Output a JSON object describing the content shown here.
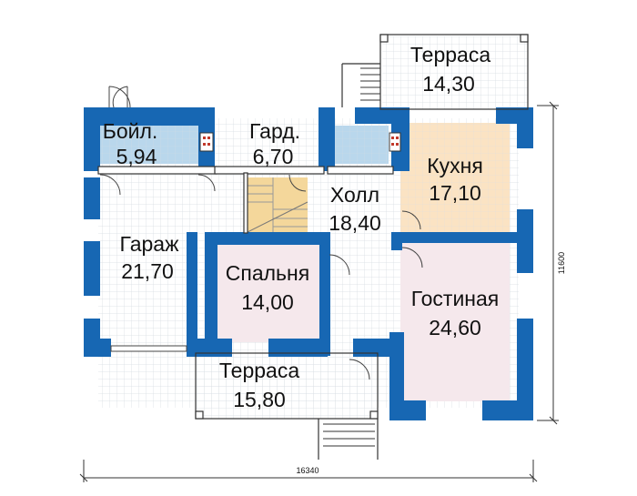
{
  "colors": {
    "wall": "#1767b3",
    "wall_light": "#ffffff",
    "grid_line": "#d8dde3",
    "boiler_fill": "#b9d7ec",
    "kitchen_fill": "#fbe3c3",
    "living_fill": "#f5e8ec",
    "bedroom_fill": "#f5e8ec",
    "stair_fill": "#f4d79b",
    "line": "#333333"
  },
  "rooms": {
    "terrace_top": {
      "name": "Терраса",
      "area": "14,30"
    },
    "boiler": {
      "name": "Бойл.",
      "area": "5,94"
    },
    "wardrobe": {
      "name": "Гард.",
      "area": "6,70"
    },
    "kitchen": {
      "name": "Кухня",
      "area": "17,10"
    },
    "hall": {
      "name": "Холл",
      "area": "18,40"
    },
    "garage": {
      "name": "Гараж",
      "area": "21,70"
    },
    "bedroom": {
      "name": "Спальня",
      "area": "14,00"
    },
    "living": {
      "name": "Гостиная",
      "area": "24,60"
    },
    "terrace_bottom": {
      "name": "Терраса",
      "area": "15,80"
    }
  },
  "dimensions": {
    "width": "16340",
    "height": "11600"
  },
  "icons": [
    "stair-icon",
    "door-swing-icon",
    "chimney-icon"
  ]
}
